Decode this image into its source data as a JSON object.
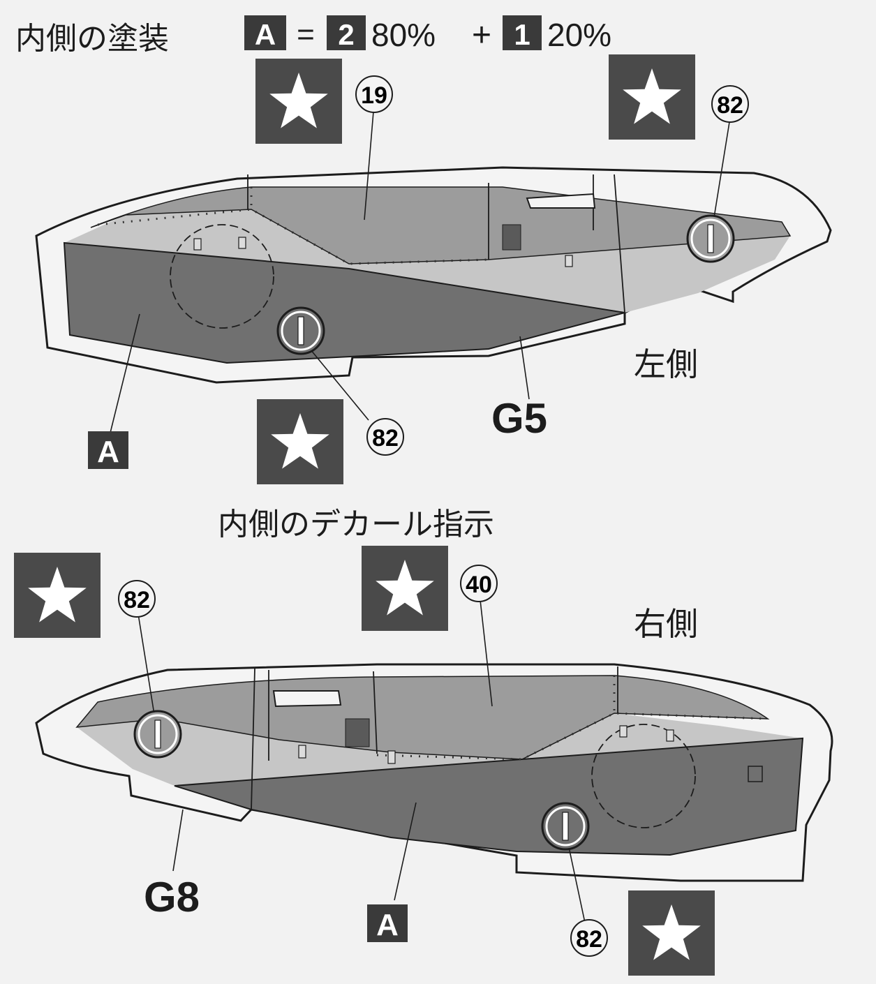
{
  "paint_section": {
    "title": "内側の塗装",
    "formula": {
      "paint_code": "A",
      "equals": "=",
      "component_1": {
        "code": "2",
        "percent": "80%"
      },
      "plus": "+",
      "component_2": {
        "code": "1",
        "percent": "20%"
      }
    }
  },
  "decal_section": {
    "title": "内側のデカール指示"
  },
  "left_panel": {
    "side_label": "左側",
    "part_label": "G5",
    "paint_label": "A",
    "decal_numbers": [
      "19",
      "82",
      "82"
    ]
  },
  "right_panel": {
    "side_label": "右側",
    "part_label": "G8",
    "paint_label": "A",
    "decal_numbers": [
      "82",
      "40",
      "82"
    ]
  },
  "colors": {
    "panel_dark": "#707070",
    "panel_mid": "#9c9c9c",
    "panel_light": "#c6c6c6",
    "ink": "#1c1c1c",
    "paper": "#f2f2f2",
    "box_fill": "#4a4a4a"
  },
  "icons": [
    "star-icon",
    "instrument-dial-icon"
  ]
}
